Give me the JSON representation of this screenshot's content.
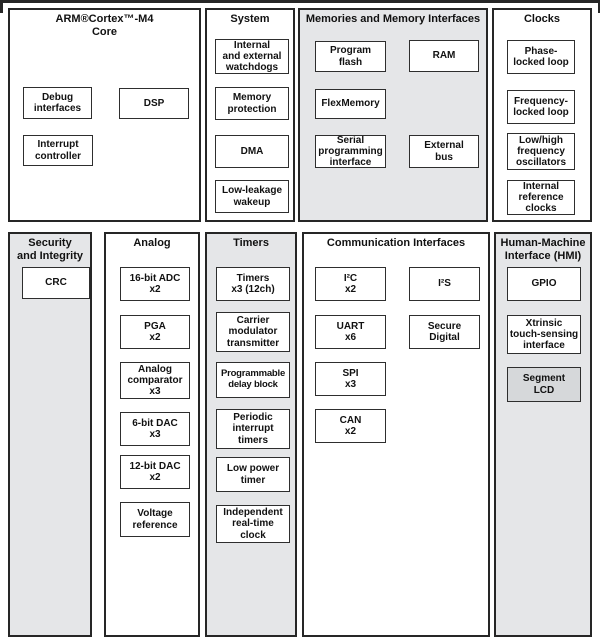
{
  "colors": {
    "shaded": "#e5e6e8",
    "segment_lcd": "#d6d8da",
    "line": "#262626"
  },
  "sections": {
    "core": {
      "header": "ARM®Cortex™-M4\nCore",
      "blocks": {
        "debug_interfaces": "Debug\ninterfaces",
        "dsp": "DSP",
        "interrupt_controller": "Interrupt\ncontroller"
      }
    },
    "system": {
      "header": "System",
      "blocks": {
        "watchdogs": "Internal\nand external\nwatchdogs",
        "memory_protection": "Memory\nprotection",
        "dma": "DMA",
        "low_leakage_wakeup": "Low-leakage\nwakeup"
      }
    },
    "memories": {
      "header": "Memories and Memory Interfaces",
      "blocks": {
        "program_flash": "Program\nflash",
        "ram": "RAM",
        "flexmemory": "FlexMemory",
        "serial_programming_interface": "Serial\nprogramming\ninterface",
        "external_bus": "External\nbus"
      }
    },
    "clocks": {
      "header": "Clocks",
      "blocks": {
        "pll": "Phase-\nlocked loop",
        "fll": "Frequency-\nlocked loop",
        "oscillators": "Low/high\nfrequency\noscillators",
        "internal_reference_clocks": "Internal\nreference\nclocks"
      }
    },
    "security": {
      "header": "Security\nand Integrity",
      "blocks": {
        "crc": "CRC"
      }
    },
    "analog": {
      "header": "Analog",
      "blocks": {
        "adc": "16-bit ADC\nx2",
        "pga": "PGA\nx2",
        "comparator": "Analog\ncomparator\nx3",
        "dac6": "6-bit DAC\nx3",
        "dac12": "12-bit DAC\nx2",
        "voltage_reference": "Voltage\nreference"
      }
    },
    "timers": {
      "header": "Timers",
      "blocks": {
        "timers": "Timers\nx3 (12ch)",
        "cmt": "Carrier\nmodulator\ntransmitter",
        "pdb": "Programmable\ndelay block",
        "pit": "Periodic\ninterrupt\ntimers",
        "low_power_timer": "Low power\ntimer",
        "rtc": "Independent\nreal-time\nclock"
      }
    },
    "comm": {
      "header": "Communication Interfaces",
      "blocks": {
        "i2c": "I²C\nx2",
        "i2s": "I²S",
        "uart": "UART\nx6",
        "secure_digital": "Secure\nDigital",
        "spi": "SPI\nx3",
        "can": "CAN\nx2"
      }
    },
    "hmi": {
      "header": "Human-Machine\nInterface (HMI)",
      "blocks": {
        "gpio": "GPIO",
        "touch_sensing": "Xtrinsic\ntouch-sensing\ninterface",
        "segment_lcd": "Segment\nLCD"
      }
    }
  }
}
